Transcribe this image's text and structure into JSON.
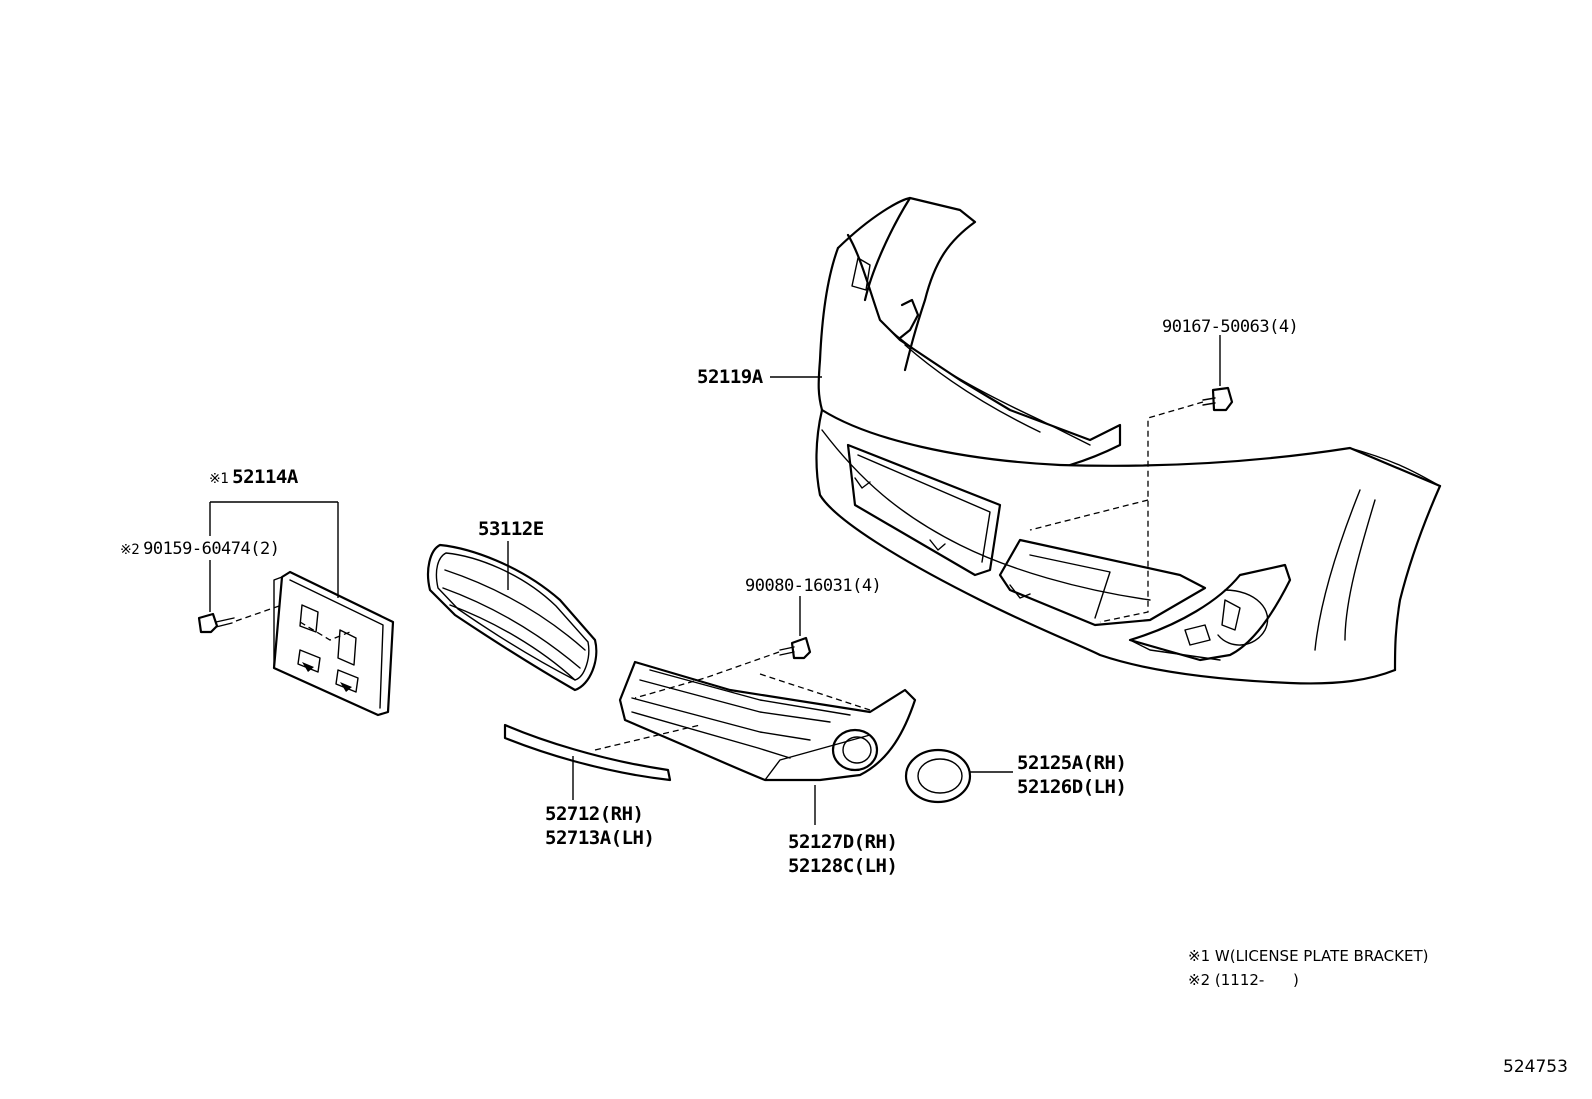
{
  "diagram": {
    "callouts": {
      "bumper_cover": "52119A",
      "clip_top": "90167-50063(4)",
      "license_bracket_mark": "※1",
      "license_bracket": "52114A",
      "bracket_screw_mark": "※2",
      "bracket_screw": "90159-60474(2)",
      "center_grille": "53112E",
      "grille_screw": "90080-16031(4)",
      "moulding_rh": "52712(RH)",
      "moulding_lh": "52713A(LH)",
      "lower_grille_rh": "52127D(RH)",
      "lower_grille_lh": "52128C(LH)",
      "fog_cover_rh": "52125A(RH)",
      "fog_cover_lh": "52126D(LH)"
    },
    "notes": {
      "note1_mark": "※1",
      "note1_text": "W(LICENSE PLATE BRACKET)",
      "note2_mark": "※2",
      "note2_text": "(1112-      )"
    },
    "diagram_id": "524753"
  }
}
